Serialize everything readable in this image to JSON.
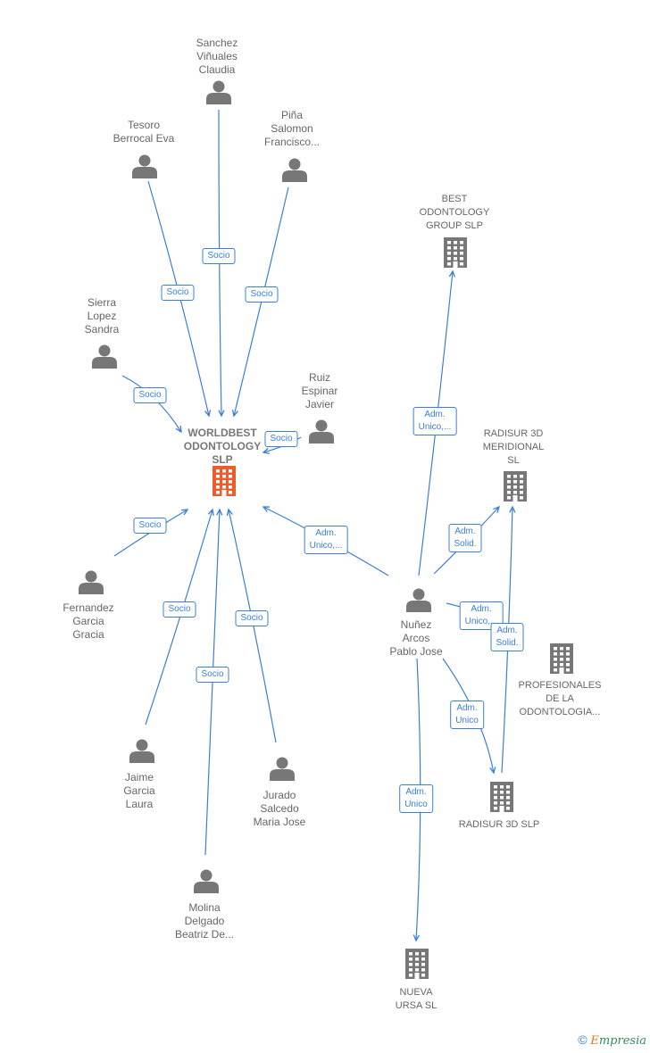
{
  "colors": {
    "edge": "#3a7fd5",
    "person": "#777777",
    "company": "#777777",
    "main_company": "#ef5b2b"
  },
  "nodes": [
    {
      "id": "main",
      "type": "company",
      "main": true,
      "label": "WORLDBEST\nODONTOLOGY\nSLP",
      "icon": "building-icon"
    },
    {
      "id": "sanchez",
      "type": "person",
      "label": "Sanchez\nViñuales\nClaudia",
      "icon": "person-icon"
    },
    {
      "id": "tesoro",
      "type": "person",
      "label": "Tesoro\nBerrocal Eva",
      "icon": "person-icon"
    },
    {
      "id": "pina",
      "type": "person",
      "label": "Piña\nSalomon\nFrancisco...",
      "icon": "person-icon"
    },
    {
      "id": "sierra",
      "type": "person",
      "label": "Sierra\nLopez\nSandra",
      "icon": "person-icon"
    },
    {
      "id": "ruiz",
      "type": "person",
      "label": "Ruiz\nEspinar\nJavier",
      "icon": "person-icon"
    },
    {
      "id": "fernandez",
      "type": "person",
      "label": "Fernandez\nGarcia\nGracia",
      "icon": "person-icon"
    },
    {
      "id": "jaime",
      "type": "person",
      "label": "Jaime\nGarcia\nLaura",
      "icon": "person-icon"
    },
    {
      "id": "jurado",
      "type": "person",
      "label": "Jurado\nSalcedo\nMaria Jose",
      "icon": "person-icon"
    },
    {
      "id": "molina",
      "type": "person",
      "label": "Molina\nDelgado\nBeatriz De...",
      "icon": "person-icon"
    },
    {
      "id": "nunez",
      "type": "person",
      "label": "Nuñez\nArcos\nPablo Jose",
      "icon": "person-icon"
    },
    {
      "id": "best",
      "type": "company",
      "label": "BEST\nODONTOLOGY\nGROUP  SLP",
      "icon": "building-icon"
    },
    {
      "id": "meridional",
      "type": "company",
      "label": "RADISUR 3D\nMERIDIONAL\nSL",
      "icon": "building-icon"
    },
    {
      "id": "profesionales",
      "type": "company",
      "label": "PROFESIONALES\nDE LA\nODONTOLOGIA...",
      "icon": "building-icon"
    },
    {
      "id": "radisur",
      "type": "company",
      "label": "RADISUR 3D SLP",
      "icon": "building-icon"
    },
    {
      "id": "nueva",
      "type": "company",
      "label": "NUEVA\nURSA SL",
      "icon": "building-icon"
    }
  ],
  "edges": [
    {
      "from": "sanchez",
      "to": "main",
      "label": "Socio"
    },
    {
      "from": "tesoro",
      "to": "main",
      "label": "Socio"
    },
    {
      "from": "pina",
      "to": "main",
      "label": "Socio"
    },
    {
      "from": "sierra",
      "to": "main",
      "label": "Socio"
    },
    {
      "from": "ruiz",
      "to": "main",
      "label": "Socio"
    },
    {
      "from": "fernandez",
      "to": "main",
      "label": "Socio"
    },
    {
      "from": "jaime",
      "to": "main",
      "label": "Socio"
    },
    {
      "from": "molina",
      "to": "main",
      "label": "Socio"
    },
    {
      "from": "jurado",
      "to": "main",
      "label": "Socio"
    },
    {
      "from": "nunez",
      "to": "main",
      "label": "Adm.\nUnico,..."
    },
    {
      "from": "nunez",
      "to": "best",
      "label": "Adm.\nUnico,..."
    },
    {
      "from": "nunez",
      "to": "meridional",
      "label": "Adm.\nSolid."
    },
    {
      "from": "nunez",
      "to": "profesionales",
      "label": "Adm.\nUnico,..."
    },
    {
      "from": "radisur",
      "to": "meridional",
      "label": "Adm.\nSolid."
    },
    {
      "from": "nunez",
      "to": "radisur",
      "label": "Adm.\nUnico"
    },
    {
      "from": "nunez",
      "to": "nueva",
      "label": "Adm.\nUnico"
    }
  ],
  "footer": {
    "copyright": "©",
    "brand_first": "E",
    "brand_rest": "mpresia"
  }
}
